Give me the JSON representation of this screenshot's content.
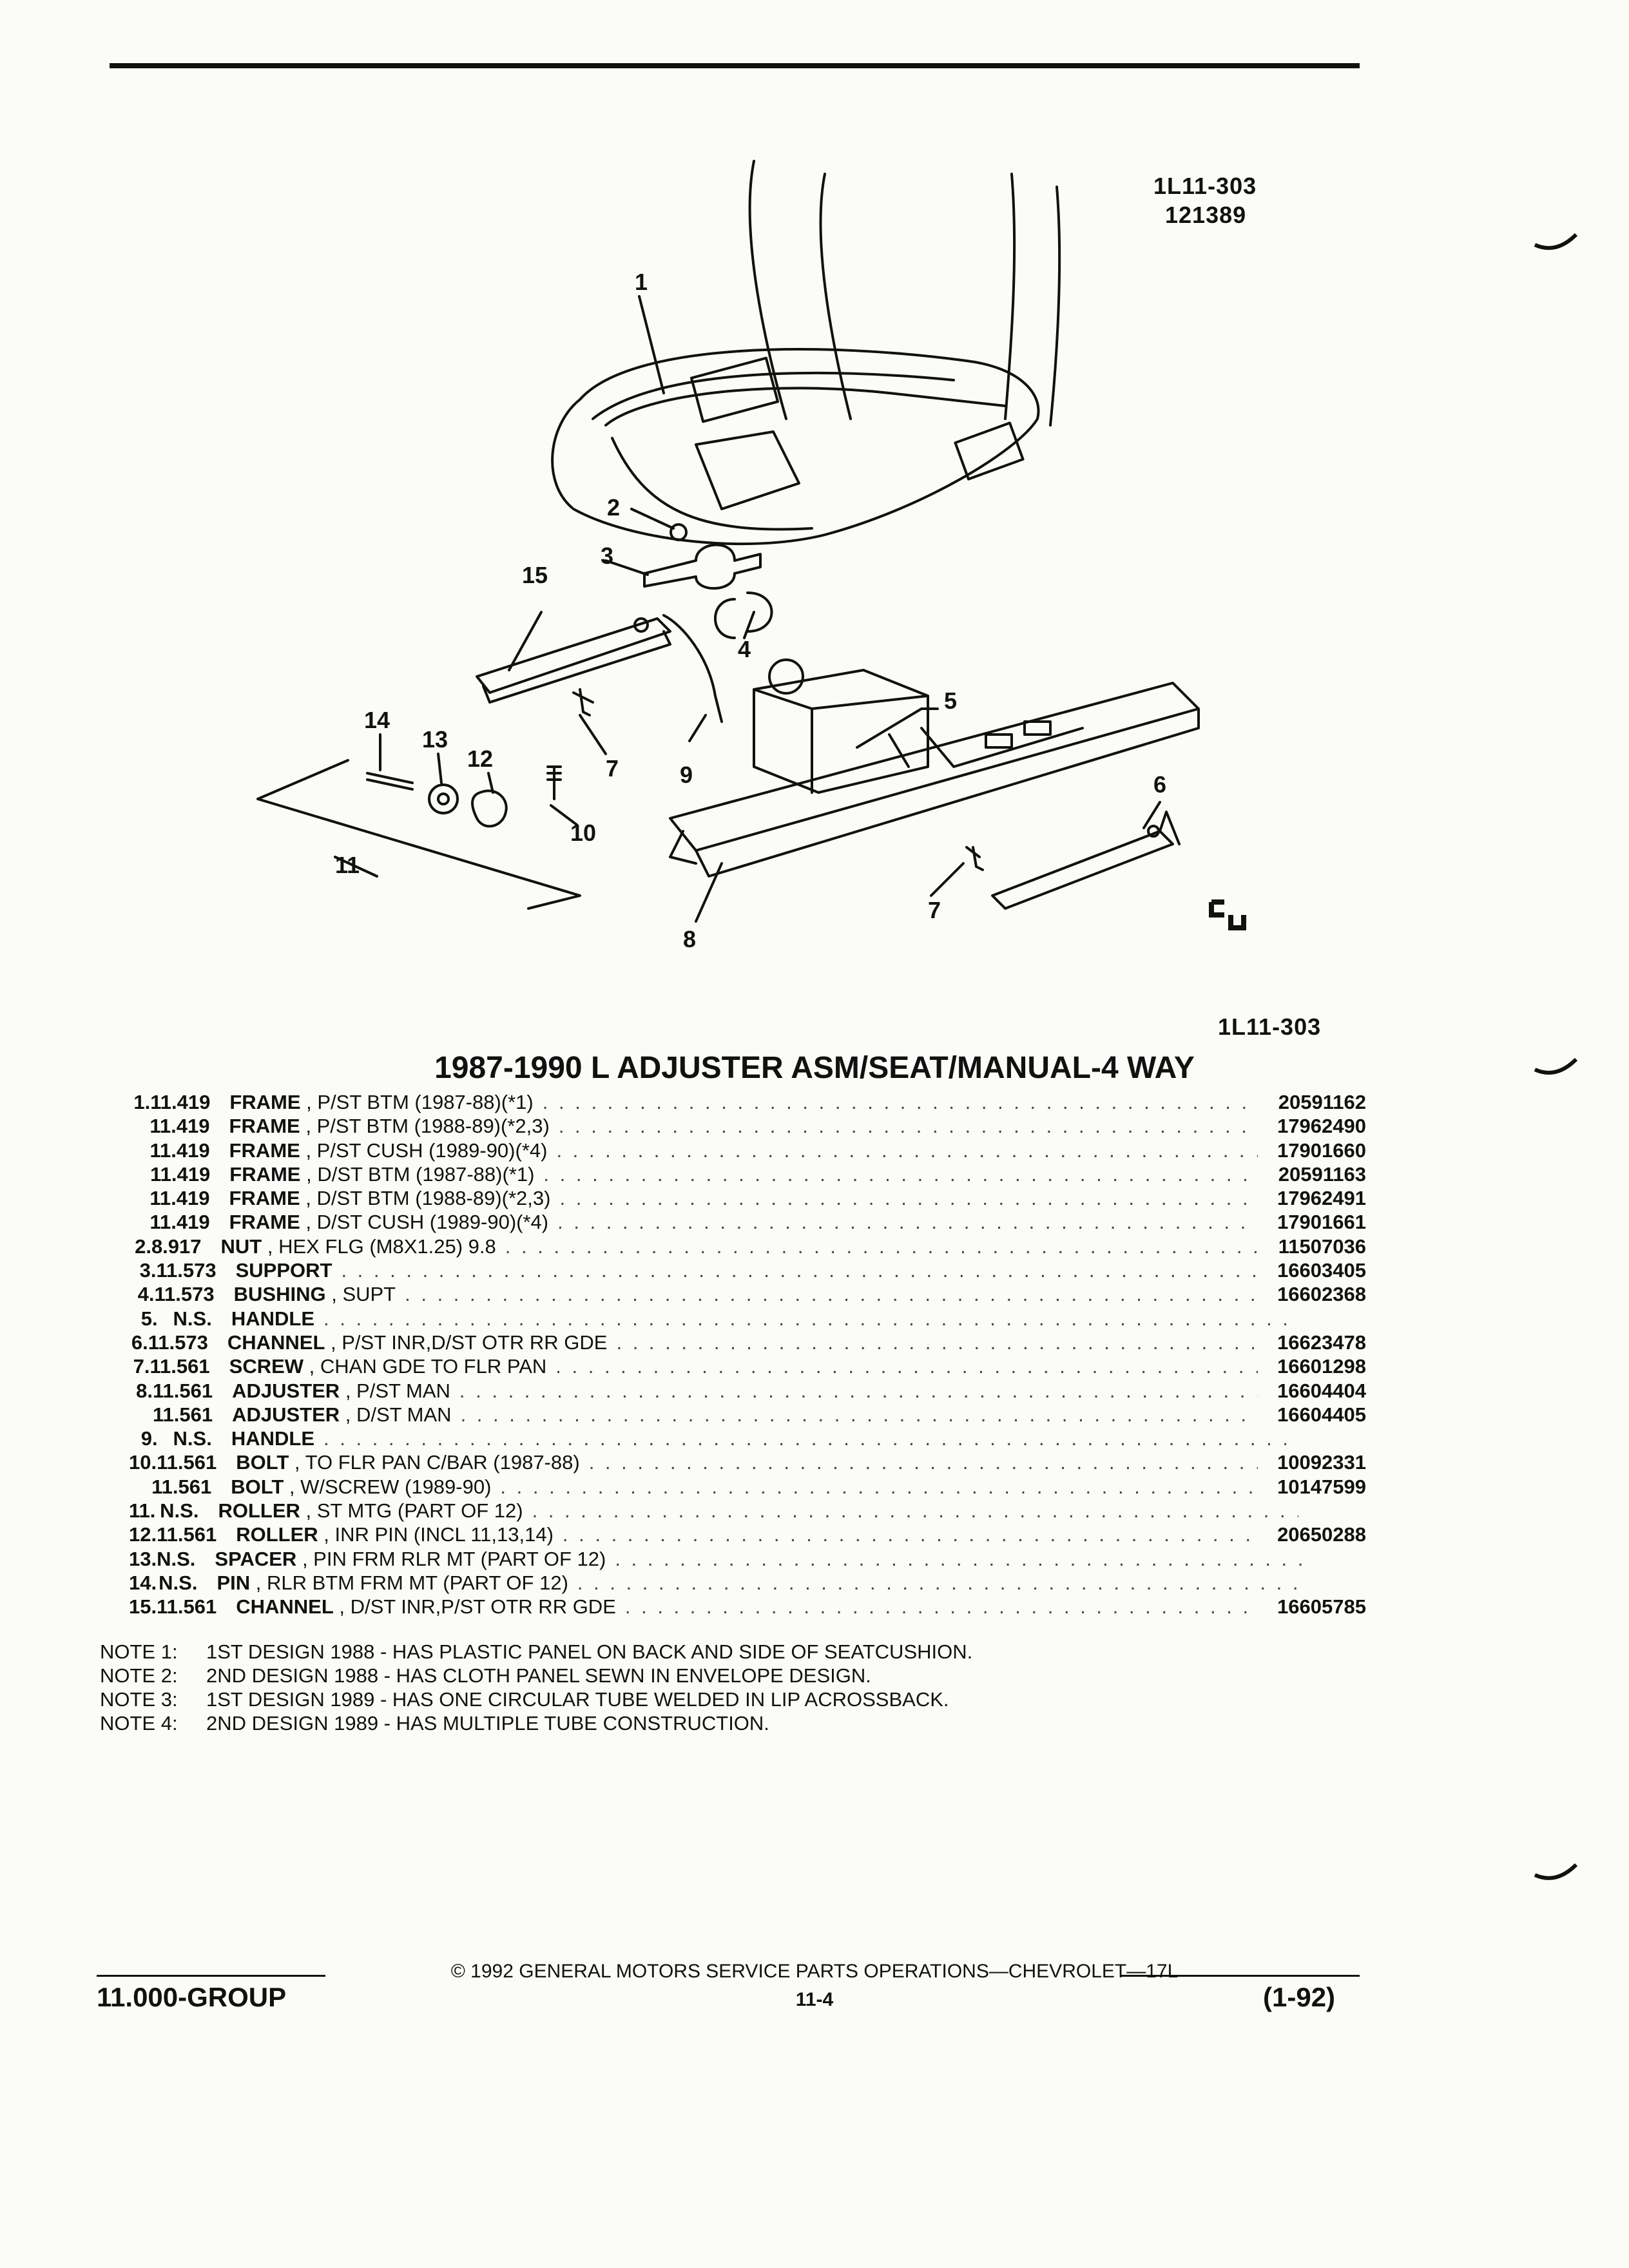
{
  "figure": {
    "ref": "1L11-303",
    "number": "121389",
    "ref_bottom": "1L11-303"
  },
  "callouts": [
    "1",
    "2",
    "3",
    "15",
    "4",
    "5",
    "14",
    "13",
    "12",
    "7",
    "9",
    "10",
    "6",
    "11",
    "7",
    "8"
  ],
  "title": "1987-1990 L ADJUSTER ASM/SEAT/MANUAL-4 WAY",
  "parts": [
    {
      "item": "1.",
      "group": "11.419",
      "name": "FRAME",
      "desc": ", P/ST BTM (1987-88)(*1)",
      "part": "20591162"
    },
    {
      "item": "",
      "group": "11.419",
      "name": "FRAME",
      "desc": ", P/ST BTM (1988-89)(*2,3)",
      "part": "17962490"
    },
    {
      "item": "",
      "group": "11.419",
      "name": "FRAME",
      "desc": ", P/ST CUSH (1989-90)(*4)",
      "part": "17901660"
    },
    {
      "item": "",
      "group": "11.419",
      "name": "FRAME",
      "desc": ", D/ST BTM (1987-88)(*1)",
      "part": "20591163"
    },
    {
      "item": "",
      "group": "11.419",
      "name": "FRAME",
      "desc": ", D/ST BTM (1988-89)(*2,3)",
      "part": "17962491"
    },
    {
      "item": "",
      "group": "11.419",
      "name": "FRAME",
      "desc": ", D/ST CUSH (1989-90)(*4)",
      "part": "17901661"
    },
    {
      "item": "2.",
      "group": "8.917",
      "name": "NUT",
      "desc": ", HEX FLG (M8X1.25) 9.8",
      "part": "11507036"
    },
    {
      "item": "3.",
      "group": "11.573",
      "name": "SUPPORT",
      "desc": "",
      "part": "16603405"
    },
    {
      "item": "4.",
      "group": "11.573",
      "name": "BUSHING",
      "desc": ", SUPT",
      "part": "16602368"
    },
    {
      "item": "5.",
      "group": "N.S.",
      "name": "HANDLE",
      "desc": "",
      "part": ""
    },
    {
      "item": "6.",
      "group": "11.573",
      "name": "CHANNEL",
      "desc": ", P/ST INR,D/ST OTR RR GDE",
      "part": "16623478"
    },
    {
      "item": "7.",
      "group": "11.561",
      "name": "SCREW",
      "desc": ", CHAN GDE TO FLR PAN",
      "part": "16601298"
    },
    {
      "item": "8.",
      "group": "11.561",
      "name": "ADJUSTER",
      "desc": ", P/ST MAN",
      "part": "16604404"
    },
    {
      "item": "",
      "group": "11.561",
      "name": "ADJUSTER",
      "desc": ", D/ST MAN",
      "part": "16604405"
    },
    {
      "item": "9.",
      "group": "N.S.",
      "name": "HANDLE",
      "desc": "",
      "part": ""
    },
    {
      "item": "10.",
      "group": "11.561",
      "name": "BOLT",
      "desc": ", TO FLR PAN C/BAR (1987-88)",
      "part": "10092331"
    },
    {
      "item": "",
      "group": "11.561",
      "name": "BOLT",
      "desc": ", W/SCREW (1989-90)",
      "part": "10147599"
    },
    {
      "item": "11.",
      "group": "N.S.",
      "name": "ROLLER",
      "desc": ", ST MTG (PART OF 12)",
      "part": ""
    },
    {
      "item": "12.",
      "group": "11.561",
      "name": "ROLLER",
      "desc": ", INR PIN (INCL 11,13,14)",
      "part": "20650288"
    },
    {
      "item": "13.",
      "group": "N.S.",
      "name": "SPACER",
      "desc": ", PIN FRM RLR MT (PART OF 12)",
      "part": ""
    },
    {
      "item": "14.",
      "group": "N.S.",
      "name": "PIN",
      "desc": ", RLR BTM FRM MT (PART OF 12)",
      "part": ""
    },
    {
      "item": "15.",
      "group": "11.561",
      "name": "CHANNEL",
      "desc": ", D/ST INR,P/ST OTR RR GDE",
      "part": "16605785"
    }
  ],
  "notes": [
    {
      "label": "NOTE  1:",
      "text": "1ST DESIGN 1988 - HAS PLASTIC PANEL ON BACK AND SIDE OF SEATCUSHION."
    },
    {
      "label": "NOTE  2:",
      "text": "2ND DESIGN 1988 - HAS CLOTH PANEL SEWN IN ENVELOPE DESIGN."
    },
    {
      "label": "NOTE  3:",
      "text": "1ST DESIGN 1989 - HAS ONE CIRCULAR TUBE WELDED IN LIP ACROSSBACK."
    },
    {
      "label": "NOTE  4:",
      "text": "2ND DESIGN 1989 - HAS MULTIPLE TUBE CONSTRUCTION."
    }
  ],
  "footer": {
    "group": "11.000-GROUP",
    "copyright": "© 1992 GENERAL MOTORS SERVICE PARTS OPERATIONS—CHEVROLET—17L",
    "page": "11-4",
    "date": "(1-92)"
  }
}
